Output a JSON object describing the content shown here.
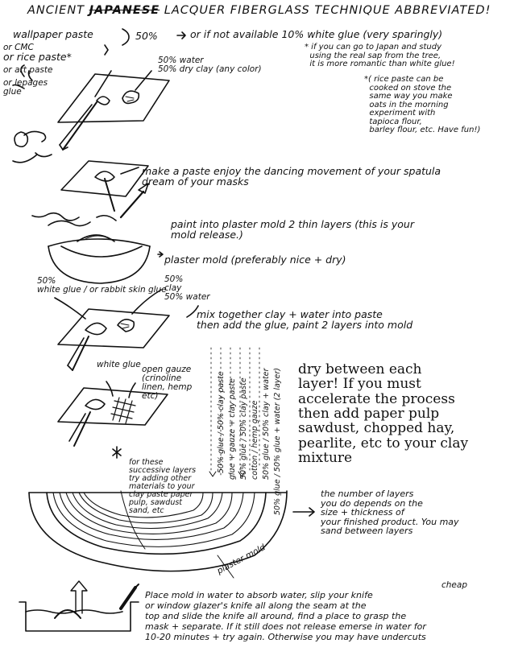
{
  "title": {
    "pre": "ANCIENT ",
    "struck": "JAPANESE",
    "post": " LACQUER FIBERGLASS TECHNIQUE ABBREVIATED!"
  },
  "paste_options": {
    "wallpaper": "wallpaper paste",
    "cmc": "or CMC",
    "rice": "or rice paste*",
    "art": "or art paste",
    "lepages": "or lepages glue"
  },
  "ratio_50": "50%",
  "or_if_not": "or if not available 10% white glue (very sparingly)",
  "water_clay": "50% water\n50% dry clay (any color)",
  "japan_note": "* if you can go to Japan and study\n  using the real sap from the tree,\n  it is more romantic than white glue!",
  "rice_paste_note": "*( rice paste can be\n  cooked on stove the\n  same way you make\n  oats in the morning\n  experiment with\n  tapioca flour,\n  barley flour, etc. Have fun!)",
  "make_paste": "make a paste enjoy the dancing movement of your spatula\ndream of your masks",
  "paint_plaster": "paint into plaster mold 2 thin layers (this is your\nmold release.)",
  "plaster_mold": "plaster mold (preferably nice + dry)",
  "white_glue_50": "50%\nwhite glue / or rabbit skin glue",
  "clay_water_50": "50%\nclay\n50% water",
  "mix_together": "mix together clay + water into paste\nthen add the glue, paint 2 layers into mold",
  "white_glue": "white glue",
  "open_gauze": "open gauze\n(crinoline\nlinen, hemp\netc)",
  "dry_between": "dry between each\nlayer! If you must\naccelerate the process\nthen add paper pulp\nsawdust, chopped hay,\npearlite, etc to your clay\nmixture",
  "successive": "for these\nsuccessive layers\ntry adding other\nmaterials to your\nclay paste paper\npulp, sawdust\nsand, etc",
  "layer_labels": [
    "50% glue / 50% clay paste",
    "glue + gauze + clay paste",
    "50% glue / 50% clay paste",
    "cotton / hemp gauze",
    "50% glue / 50% clay + water",
    "50% glue / 50% glue + water (2 layer)"
  ],
  "plaster_mold_label": "plaster mold",
  "layers_note": "the number of layers\nyou do depends on the\nsize + thickness of\nyour finished product. You may\nsand between layers",
  "final": {
    "cheap": "cheap",
    "text": "Place mold in water to absorb water, slip your knife\nor window glazer's knife all along the seam at the\ntop and slide the knife all around, find a place to grasp the\nmask + separate. If it still does not release emerse in water for\n10-20 minutes + try again. Otherwise you may have undercuts"
  }
}
